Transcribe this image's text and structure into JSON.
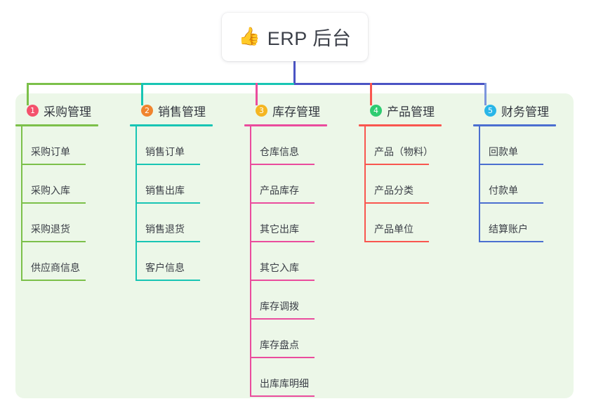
{
  "page": {
    "background": "#ffffff",
    "panel_color": "#ecf7e8"
  },
  "root": {
    "icon": "thumbs-up-icon",
    "icon_glyph": "👍",
    "title": "ERP 后台"
  },
  "connector": {
    "stem_color": "#4b54c4",
    "bus_segments": [
      {
        "color": "#7cc04a"
      },
      {
        "color": "#18c5b4"
      },
      {
        "color": "#4b54c4"
      }
    ]
  },
  "columns": [
    {
      "number": "1",
      "title": "采购管理",
      "badge_color": "#f4516c",
      "line_color": "#7cc04a",
      "drop_color": "#7cc04a",
      "items": [
        {
          "label": "采购订单"
        },
        {
          "label": "采购入库"
        },
        {
          "label": "采购退货"
        },
        {
          "label": "供应商信息"
        }
      ]
    },
    {
      "number": "2",
      "title": "销售管理",
      "badge_color": "#f0842e",
      "line_color": "#18c5b4",
      "drop_color": "#18c5b4",
      "items": [
        {
          "label": "销售订单"
        },
        {
          "label": "销售出库"
        },
        {
          "label": "销售退货"
        },
        {
          "label": "客户信息"
        }
      ]
    },
    {
      "number": "3",
      "title": "库存管理",
      "badge_color": "#f5b622",
      "line_color": "#ea4c9d",
      "drop_color": "#ea4c9d",
      "items": [
        {
          "label": "仓库信息"
        },
        {
          "label": "产品库存"
        },
        {
          "label": "其它出库"
        },
        {
          "label": "其它入库"
        },
        {
          "label": "库存调拨"
        },
        {
          "label": "库存盘点"
        },
        {
          "label": "出库库明细"
        }
      ]
    },
    {
      "number": "4",
      "title": "产品管理",
      "badge_color": "#2ecc71",
      "line_color": "#f9564f",
      "drop_color": "#f9564f",
      "items": [
        {
          "label": "产品（物料）"
        },
        {
          "label": "产品分类"
        },
        {
          "label": "产品单位"
        }
      ]
    },
    {
      "number": "5",
      "title": "财务管理",
      "badge_color": "#29b6e8",
      "line_color": "#4b6fd0",
      "drop_color": "#7d96dc",
      "items": [
        {
          "label": "回款单"
        },
        {
          "label": "付款单"
        },
        {
          "label": "结算账户"
        }
      ]
    }
  ]
}
